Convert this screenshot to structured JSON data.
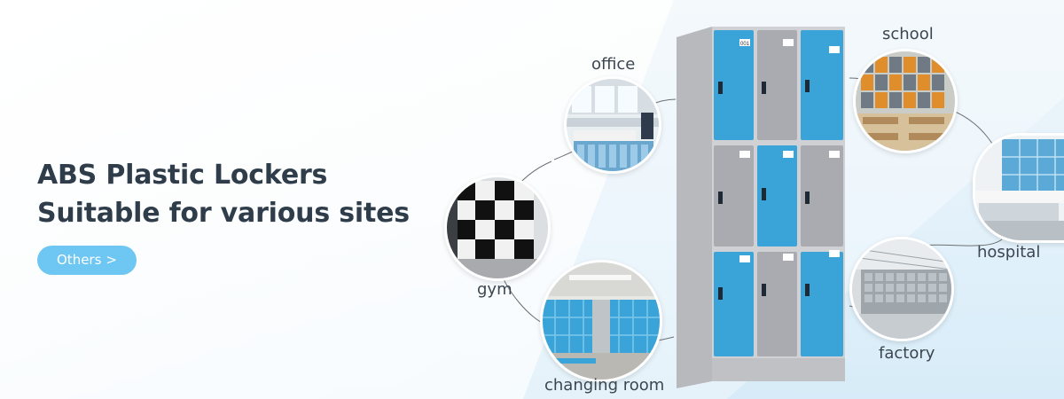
{
  "banner": {
    "headline_line1": "ABS Plastic Lockers",
    "headline_line2": "Suitable for various sites",
    "cta_label": "Others",
    "cta_chevron": ">"
  },
  "sites": [
    {
      "label": "office"
    },
    {
      "label": "gym"
    },
    {
      "label": "changing room"
    },
    {
      "label": "school"
    },
    {
      "label": "hospital"
    },
    {
      "label": "factory"
    }
  ],
  "locker": {
    "door_number": "001"
  },
  "colors": {
    "accent_blue": "#3aa3d8",
    "locker_gray": "#a9abb0",
    "cta_blue": "#6ec6f2",
    "headline": "#2f3d4a"
  }
}
